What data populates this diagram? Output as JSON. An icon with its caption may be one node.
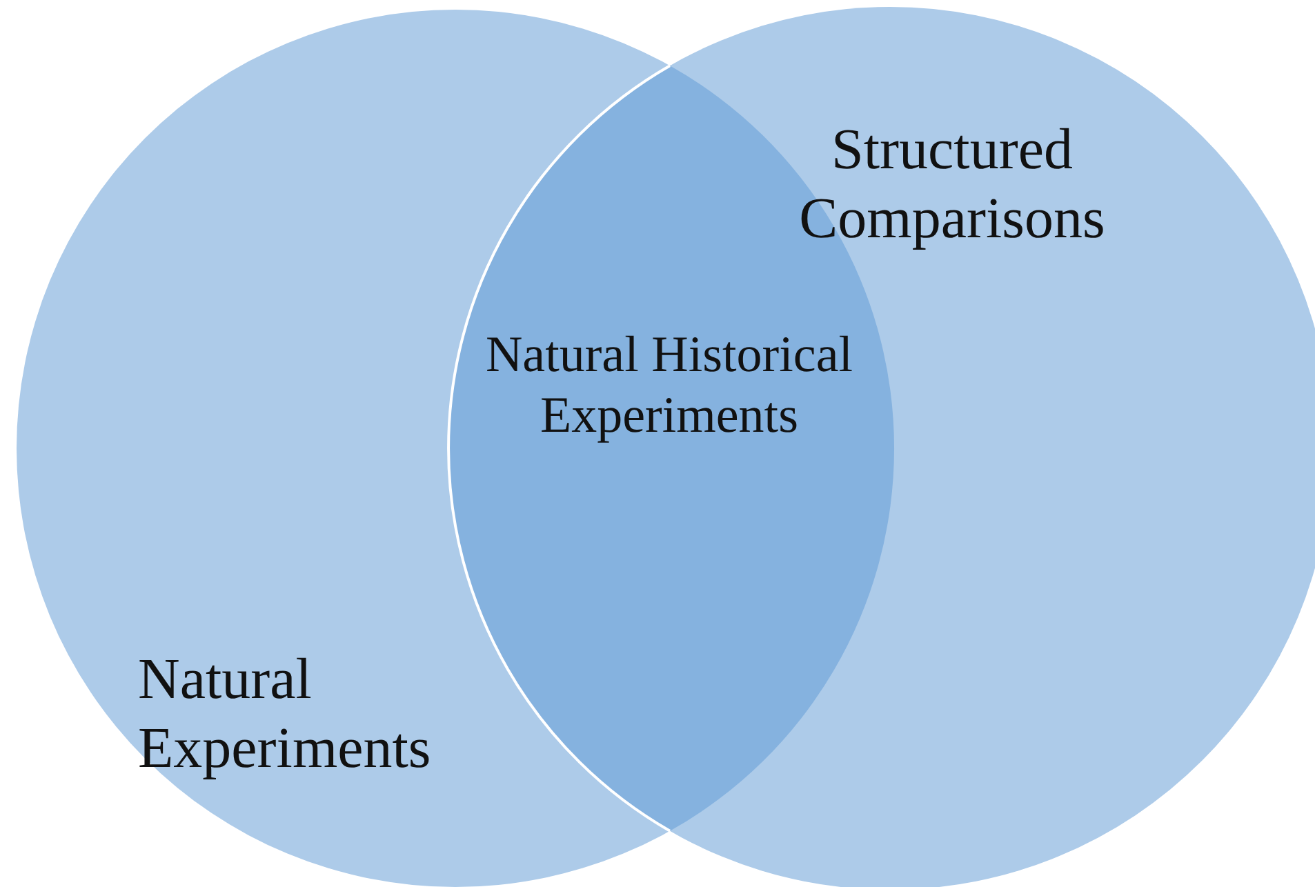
{
  "diagram": {
    "nodes": [
      {
        "text": [
          "Natural Experiments"
        ]
      },
      {
        "text": [
          "Structured Comparisons"
        ]
      },
      {
        "text": [
          "Natural Historical Experiments"
        ]
      }
    ]
  }
}
